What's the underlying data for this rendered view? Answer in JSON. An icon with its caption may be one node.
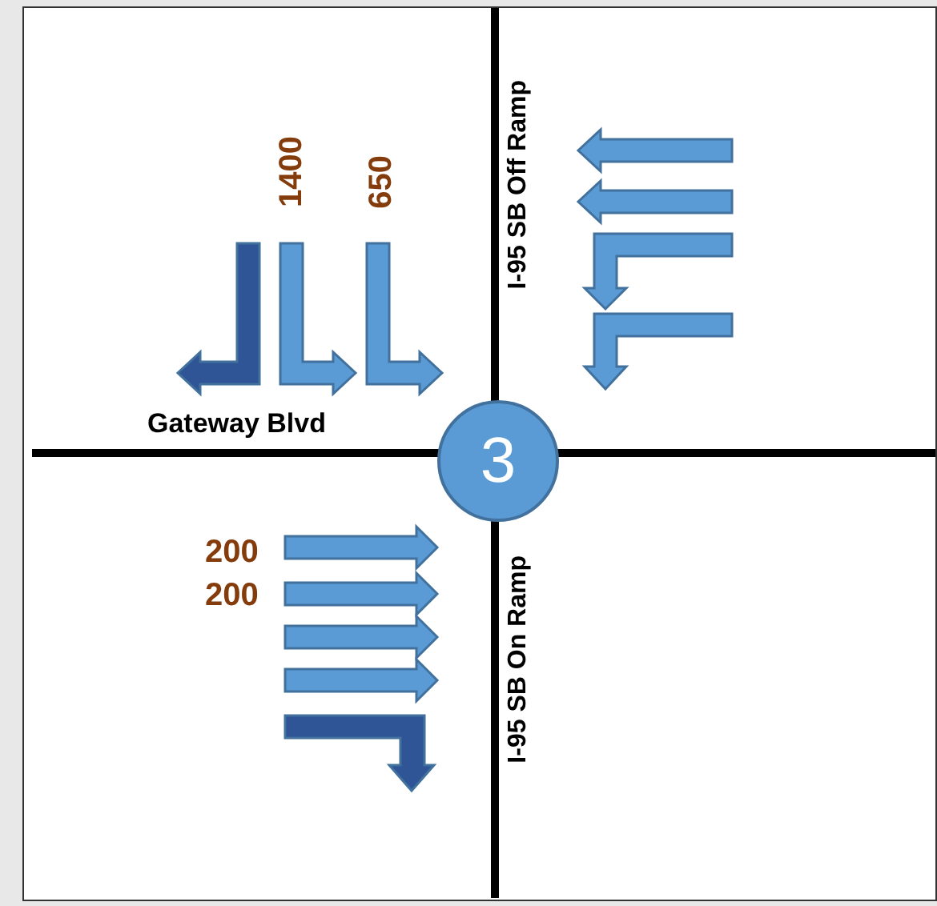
{
  "diagram": {
    "nodes": [
      {
        "text": [
          "3"
        ]
      }
    ],
    "labels": [
      "1400",
      "650",
      "I-95 SB Off Ramp",
      "Gateway Blvd",
      "200",
      "200",
      "I-95 SB On Ramp"
    ]
  }
}
